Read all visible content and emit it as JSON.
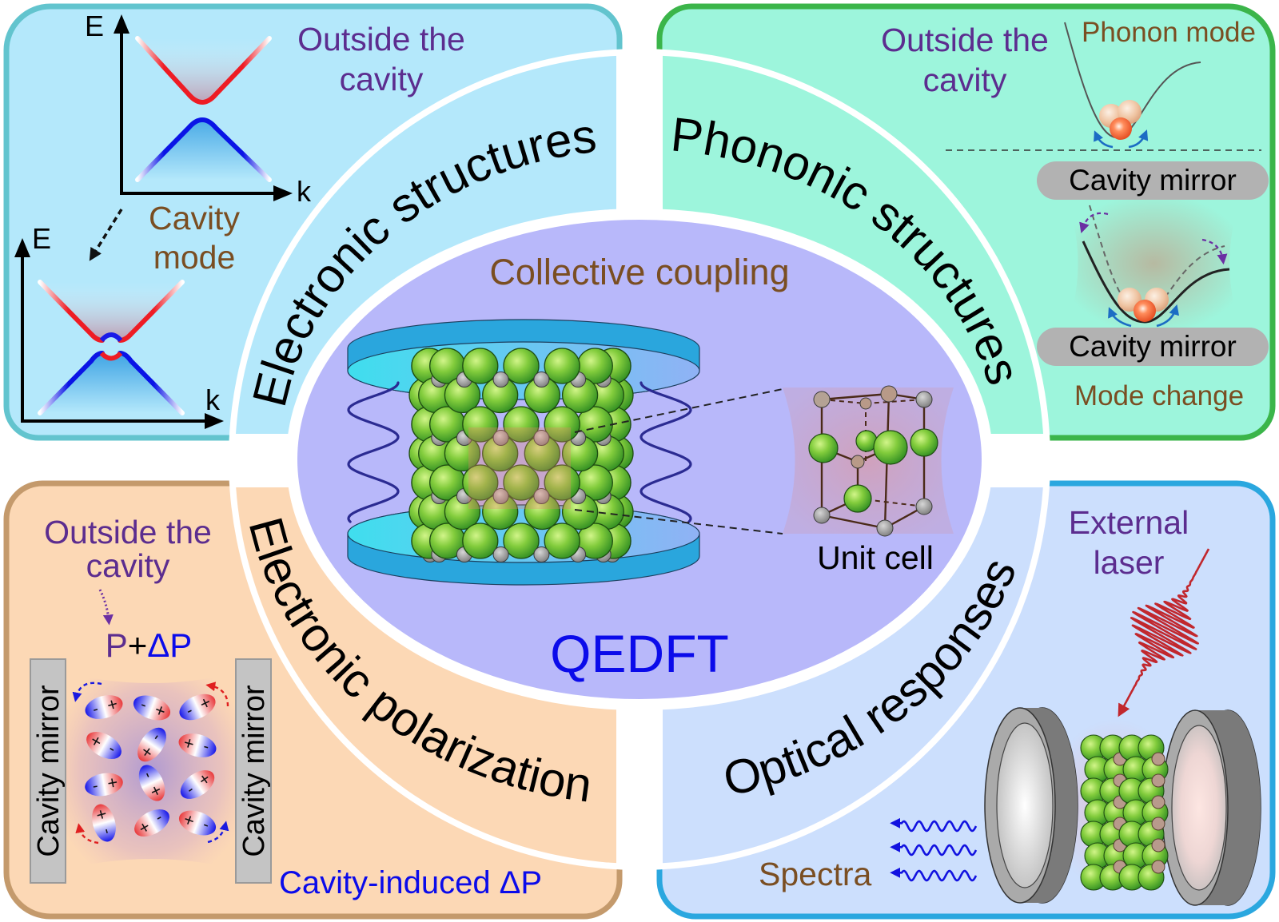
{
  "diagram": {
    "colors": {
      "electronic_structures_fill": "#b4e8fb",
      "electronic_structures_border": "#62c4ce",
      "phononic_structures_fill": "#9df5dc",
      "phononic_structures_border": "#3bb54a",
      "electronic_polarization_fill": "#fcd8b5",
      "electronic_polarization_border": "#c49a6c",
      "optical_responses_fill": "#ccdffd",
      "optical_responses_border": "#2aa7df",
      "center_fill": "#b8b8fa",
      "label_purple": "#5c2d8f",
      "label_brown": "#7a4e22",
      "label_blue": "#0b0bea",
      "label_black": "#000000"
    },
    "center": {
      "coupling_label": "Collective coupling",
      "method_label": "QEDFT",
      "unit_cell_label": "Unit cell"
    },
    "quadrants": {
      "electronic_structures": {
        "title": "Electronic structures",
        "outside_label": [
          "Outside the",
          "cavity"
        ],
        "cavity_label": [
          "Cavity",
          "mode"
        ],
        "axis_energy": "E",
        "axis_momentum": "k"
      },
      "phononic_structures": {
        "title": "Phononic structures",
        "outside_label": [
          "Outside the",
          "cavity"
        ],
        "phonon_label": "Phonon mode",
        "mirror_label": "Cavity mirror",
        "mode_change_label": "Mode change"
      },
      "electronic_polarization": {
        "title": "Electronic polarization",
        "outside_label": [
          "Outside the",
          "cavity"
        ],
        "polarization": {
          "base": "P",
          "plus": "+",
          "delta": "ΔP"
        },
        "mirror_label": "Cavity mirror",
        "induced_label": "Cavity-induced ΔP",
        "dipole_signs": {
          "positive": "+",
          "negative": "-"
        }
      },
      "optical_responses": {
        "title": "Optical responses",
        "laser_label": [
          "External",
          "laser"
        ],
        "spectra_label": "Spectra"
      }
    }
  }
}
